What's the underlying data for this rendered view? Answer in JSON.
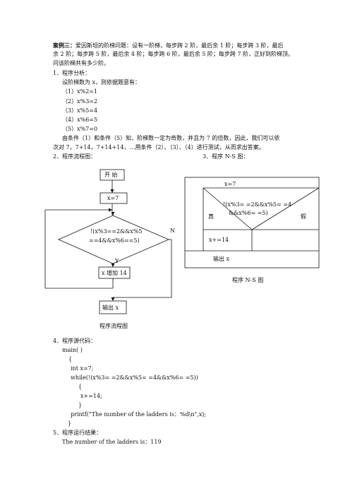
{
  "intro": {
    "label": "案例三：",
    "line1": "爱因斯坦的阶梯问题：设有一阶梯，每步跨 2 阶，最后余 1 阶；每步跨 3 阶，最后",
    "line2": "余 2 阶；每步跨 5 阶，最后余 4 阶；每步跨 6 阶，最后余 5 阶；每步跨 7 阶，正好到阶梯顶。",
    "line3": "问该阶梯共有多少阶。"
  },
  "analysis": {
    "heading": "1．程序分析：",
    "lead": "设阶梯数为 x，则依据题意有：",
    "conditions": [
      "（1）x%2=1",
      "（2）x%3=2",
      "（3）x%5=4",
      "（4）x%6=5",
      "（5）x%7=0"
    ],
    "para1": "由条件（1）和条件（5）知，阶梯数一定为奇数，并且为 7 的倍数，因此，我们可以依",
    "para2": "次对 7，7+14，7+14+14，…用条件（2）、（3）、（4）进行测试，从而求出答案。"
  },
  "headings": {
    "flowchart": "2．程序流程图：",
    "ns": "3．程序 N-S 图："
  },
  "flowchart": {
    "start": "开  始",
    "init": "x=7",
    "cond_line1": "!(x%3==2&&x%5",
    "cond_line2": "==4&&x%6==5)",
    "no": "N",
    "yes": "Y",
    "step": "x 增加 14",
    "output": "输出 x",
    "caption": "程序流程图"
  },
  "ns": {
    "init": "x=7",
    "cond_line1": "!(x%3= =2&&x%5= =4",
    "cond_line2": "&&x%6= =5)",
    "true_label": "真",
    "false_label": "假",
    "body": "x+=14",
    "output": "输出 x",
    "caption": "程序 N-S 图"
  },
  "code": {
    "heading": "4．程序源代码：",
    "lines": [
      "main( )",
      "{",
      "int x=7;",
      "while(!(x%3= =2&&x%5= =4&&x%6= =5))",
      "{",
      "x+=14;",
      "}",
      "printf(\"The number of the ladders is：%d\\n\",x);",
      "}"
    ]
  },
  "result": {
    "heading": "5．程序运行结果：",
    "text": "The number of the ladders is：119"
  }
}
